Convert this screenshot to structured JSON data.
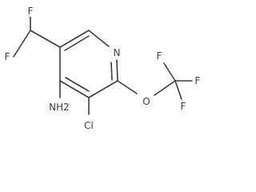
{
  "molecule": {
    "atoms": {
      "f_top": "F",
      "f_left": "F",
      "n_ring": "N",
      "nh2": "NH2",
      "cl": "Cl",
      "o_ether": "O",
      "f_cf3_top": "F",
      "f_cf3_right": "F",
      "f_cf3_bottom": "F"
    }
  }
}
